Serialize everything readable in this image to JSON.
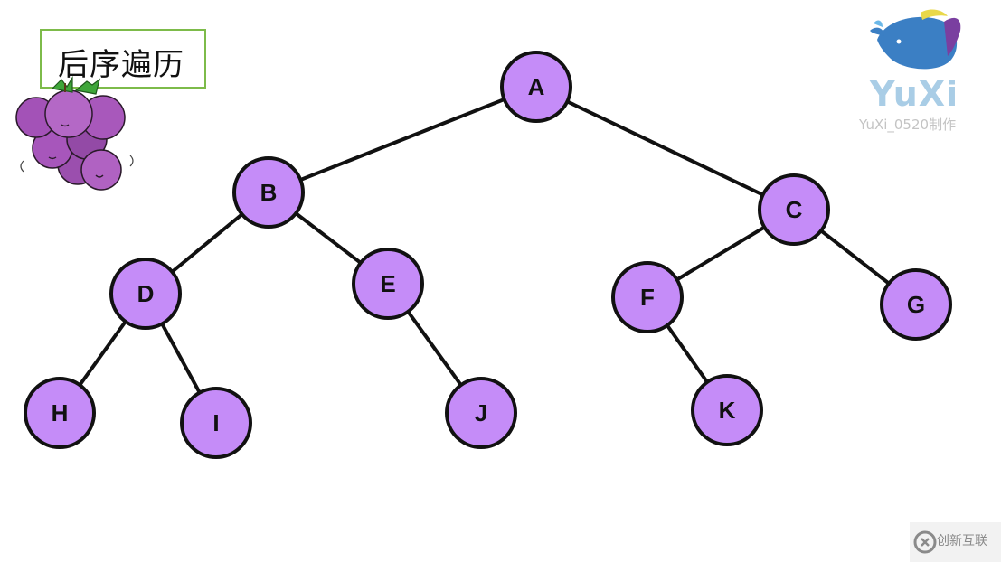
{
  "title": "后序遍历",
  "brand": {
    "name": "YuXi",
    "subtitle": "YuXi_0520制作",
    "logo": "whale-icon"
  },
  "watermark": {
    "text": "创新互联",
    "logo": "brand-circle-icon"
  },
  "decoration": "grapes-mascot",
  "tree": {
    "nodes": [
      {
        "id": "A",
        "label": "A"
      },
      {
        "id": "B",
        "label": "B"
      },
      {
        "id": "C",
        "label": "C"
      },
      {
        "id": "D",
        "label": "D"
      },
      {
        "id": "E",
        "label": "E"
      },
      {
        "id": "F",
        "label": "F"
      },
      {
        "id": "G",
        "label": "G"
      },
      {
        "id": "H",
        "label": "H"
      },
      {
        "id": "I",
        "label": "I"
      },
      {
        "id": "J",
        "label": "J"
      },
      {
        "id": "K",
        "label": "K"
      }
    ],
    "edges": [
      [
        "A",
        "B"
      ],
      [
        "A",
        "C"
      ],
      [
        "B",
        "D"
      ],
      [
        "B",
        "E"
      ],
      [
        "C",
        "F"
      ],
      [
        "C",
        "G"
      ],
      [
        "D",
        "H"
      ],
      [
        "D",
        "I"
      ],
      [
        "E",
        "J"
      ],
      [
        "F",
        "K"
      ]
    ],
    "colors": {
      "node_fill": "#c58cf8",
      "node_stroke": "#111111",
      "edge": "#111111"
    }
  }
}
